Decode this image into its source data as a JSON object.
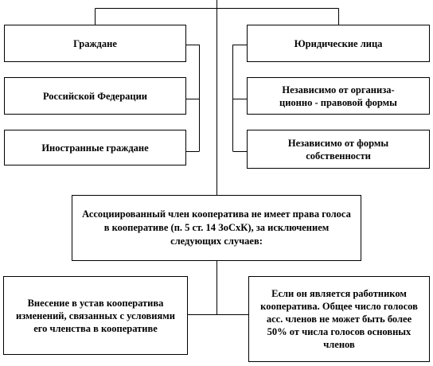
{
  "left_column": [
    {
      "id": "citizens",
      "text": "Граждане"
    },
    {
      "id": "russian-federation",
      "text": "Российской Федерации"
    },
    {
      "id": "foreign-citizens",
      "text": "Иностранные граждане"
    }
  ],
  "right_column": [
    {
      "id": "legal-entities",
      "text": "Юридические лица"
    },
    {
      "id": "regardless-of-legal-form",
      "text": "Независимо от  организа-ционно - правовой формы"
    },
    {
      "id": "regardless-of-ownership",
      "text": "Независимо от формы собственности"
    }
  ],
  "center": {
    "text": "Ассоциированный член кооператива не имеет права голоса в кооперативе (п. 5 ст. 14 ЗоСхК), за исключением следующих  случаев:"
  },
  "bottom_left": {
    "text": "Внесение в устав кооператива изменений, связанных с условиями его членства в кооперативе"
  },
  "bottom_right": {
    "text": "Если он является работником кооператива. Общее число голосов асс. членов не может быть более 50% от числа голосов основных членов"
  }
}
